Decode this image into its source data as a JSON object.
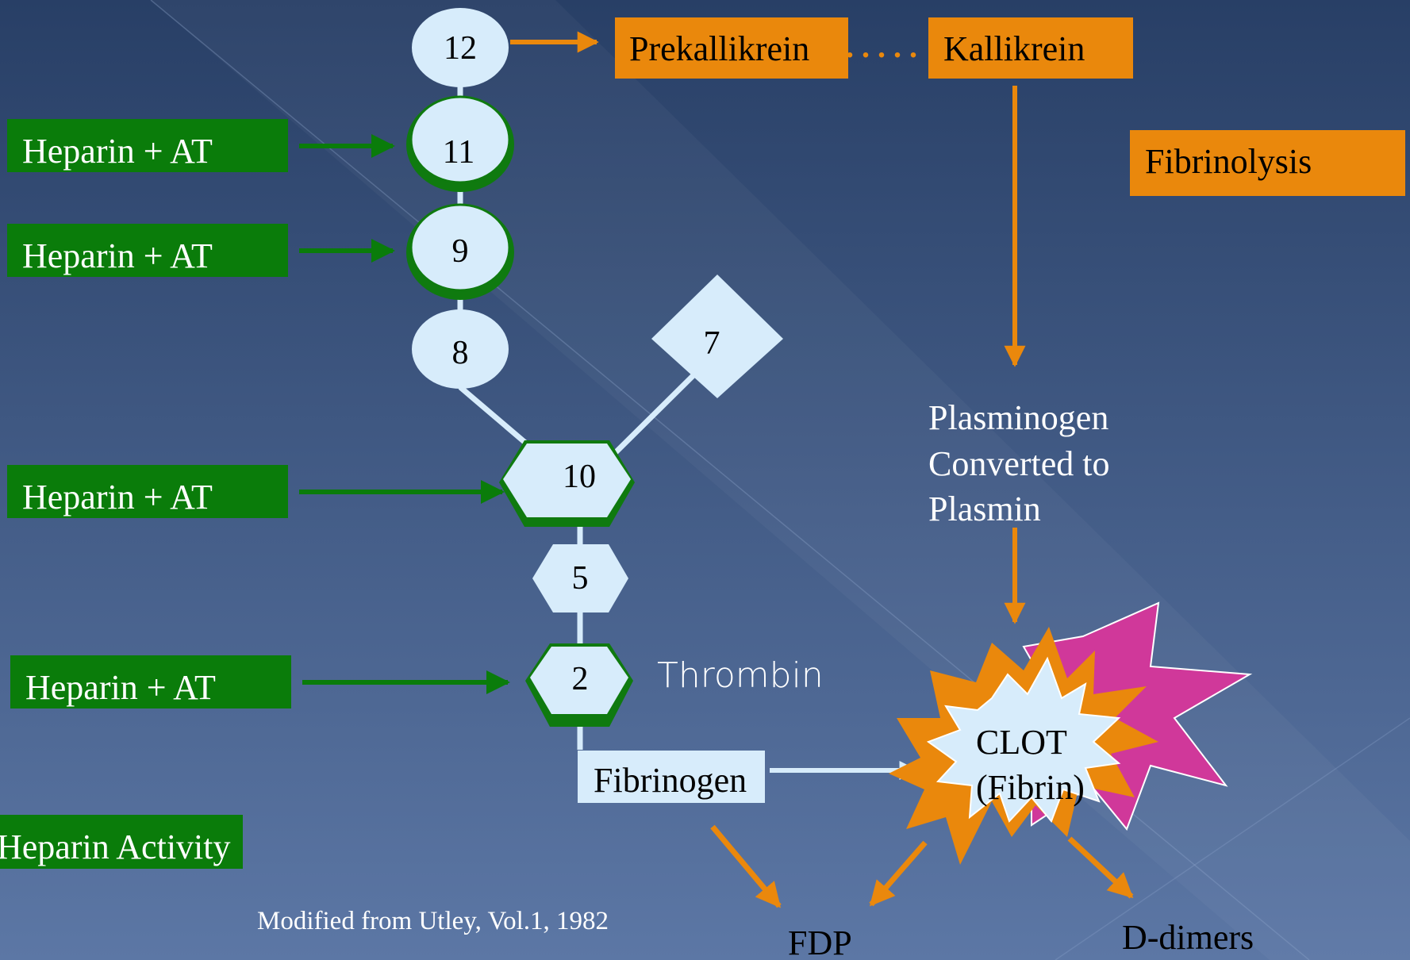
{
  "colors": {
    "background_top": "#283f66",
    "background_bottom": "#5c77a5",
    "node_fill": "#d7ecfb",
    "node_outline": "#0f7a0f",
    "heparin_green": "#0a7c0a",
    "orange": "#ea880c",
    "magenta": "#d0389a",
    "white_text": "#ffffff",
    "dark_text": "#000000"
  },
  "nodes": {
    "f12": "12",
    "f11": "11",
    "f9": "9",
    "f8": "8",
    "f7": "7",
    "f10": "10",
    "f5": "5",
    "f2": "2"
  },
  "heparin_labels": [
    "Heparin + AT",
    "Heparin + AT",
    "Heparin + AT",
    "Heparin + AT"
  ],
  "heparin_activity_label": "Heparin Activity",
  "thrombin_label": "Thrombin",
  "fibrinogen_label": "Fibrinogen",
  "fibrinolysis": {
    "prekallikrein": "Prekallikrein",
    "dots": ". . . . .",
    "kallikrein": "Kallikrein",
    "title": "Fibrinolysis",
    "plasminogen_lines": [
      "Plasminogen",
      "Converted to",
      "Plasmin"
    ]
  },
  "clot": {
    "line1": "CLOT",
    "line2": "(Fibrin)"
  },
  "products": {
    "fdp": "FDP",
    "ddimers": "D-dimers"
  },
  "source_note": "Modified from Utley, Vol.1, 1982",
  "icons": [
    "clot-starburst-icon",
    "secondary-starburst-icon",
    "factor-circle-icon",
    "factor-hexagon-icon",
    "factor-diamond-icon"
  ]
}
